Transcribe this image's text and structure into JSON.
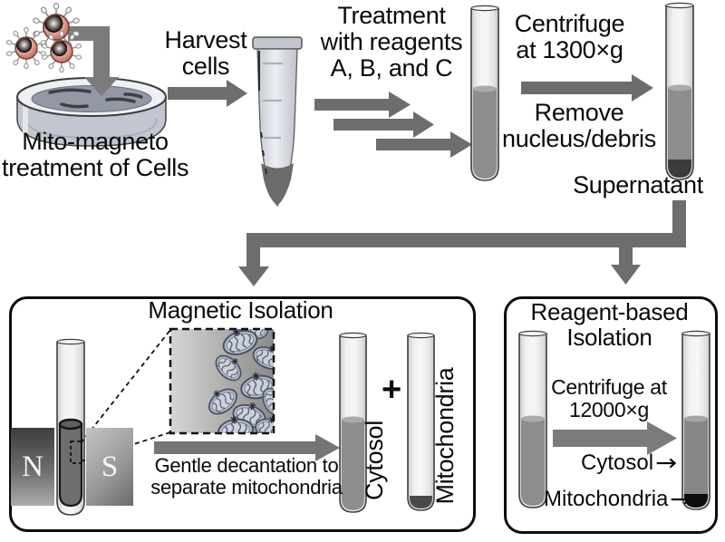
{
  "colors": {
    "arrow_gray": "#6d6d6d",
    "liquid_gray": "#8d8d8d",
    "pellet_dark": "#3c3c3c",
    "pellet_black": "#0d0d0d",
    "nanoparticle_red": "#a85a4d",
    "box_border": "#0d0d0d"
  },
  "top_row": {
    "mito_magneto": {
      "line1": "Mito-magneto",
      "line2": "treatment of Cells"
    },
    "harvest": {
      "line1": "Harvest",
      "line2": "cells"
    },
    "treatment": {
      "line1": "Treatment",
      "line2": "with reagents",
      "line3": "A, B, and C"
    },
    "centrifuge": {
      "line1": "Centrifuge",
      "line2": "at 1300×g"
    },
    "remove": {
      "line1": "Remove",
      "line2": "nucleus/debris"
    },
    "supernatant": "Supernatant"
  },
  "magnetic_isolation": {
    "title": "Magnetic Isolation",
    "magnet_north": "N",
    "magnet_south": "S",
    "decantation": {
      "line1": "Gentle decantation to",
      "line2": "separate mitochondria"
    },
    "cytosol_label": "Cytosol",
    "plus": "+",
    "mitochondria_label": "Mitochondria"
  },
  "reagent_isolation": {
    "title": {
      "line1": "Reagent-based",
      "line2": "Isolation"
    },
    "centrifuge": {
      "line1": "Centrifuge at",
      "line2": "12000×g"
    },
    "cytosol_label": "Cytosol",
    "mitochondria_label": "Mitochondria",
    "pointer": "→"
  }
}
